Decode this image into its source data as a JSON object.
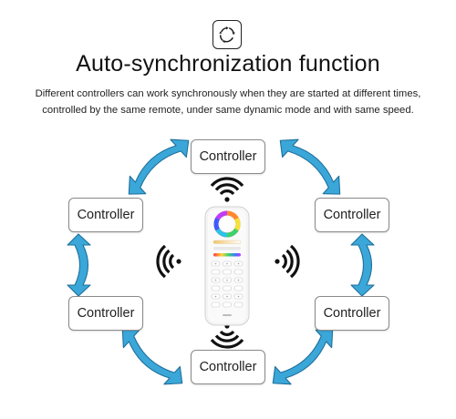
{
  "header": {
    "badge_icon": "sync-cycle-icon",
    "title": "Auto-synchronization function",
    "description_line1": "Different controllers can work synchronously when they are started at different times,",
    "description_line2": "controlled by the same remote, under same dynamic mode and with same speed."
  },
  "controllers": [
    {
      "id": "top",
      "label": "Controller"
    },
    {
      "id": "upper-left",
      "label": "Controller"
    },
    {
      "id": "upper-right",
      "label": "Controller"
    },
    {
      "id": "lower-left",
      "label": "Controller"
    },
    {
      "id": "lower-right",
      "label": "Controller"
    },
    {
      "id": "bottom",
      "label": "Controller"
    }
  ],
  "colors": {
    "arrow_fill": "#3ba7d9",
    "arrow_stroke": "#1f6f9a",
    "box_border": "#8a8a8a",
    "text": "#222222"
  },
  "icons": [
    "sync-cycle-icon",
    "double-arrow-icon",
    "wireless-signal-icon",
    "rgb-remote-control-icon"
  ]
}
